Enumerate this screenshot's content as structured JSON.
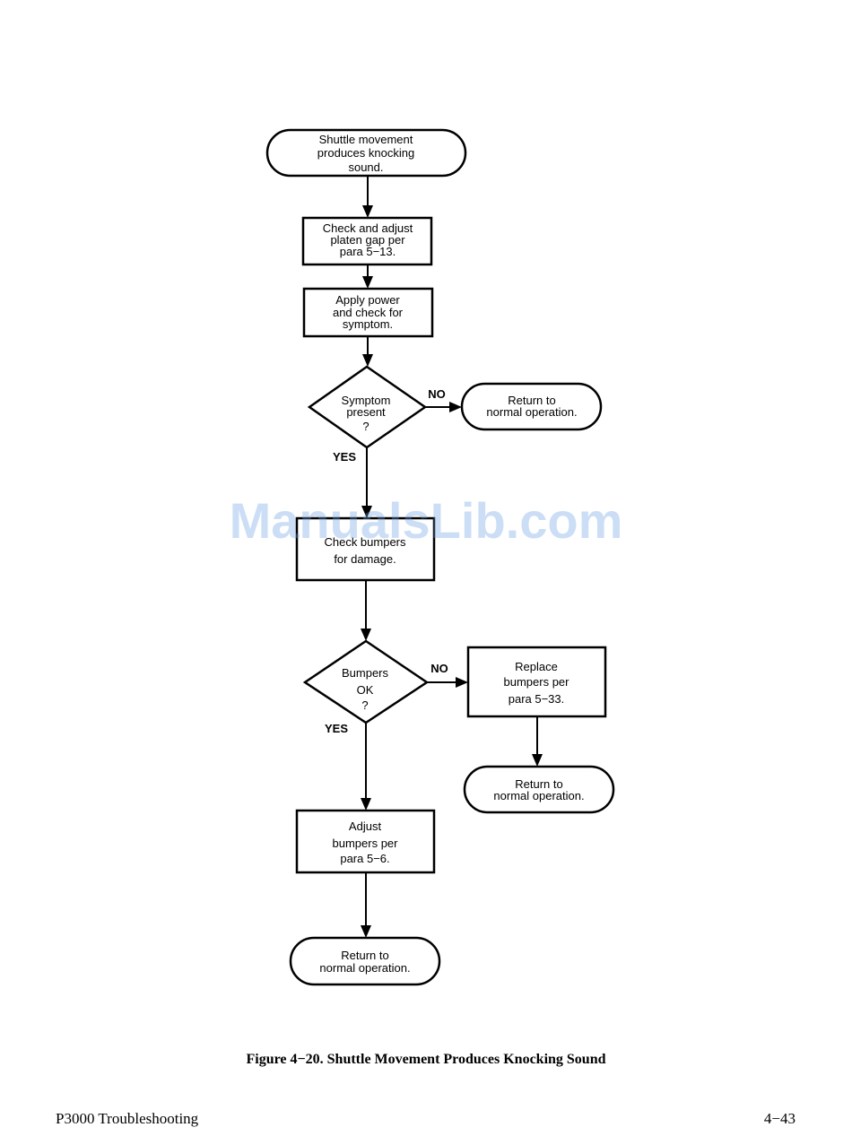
{
  "nodes": {
    "start": [
      "Shuttle movement",
      "produces knocking",
      "sound."
    ],
    "check_platen": [
      "Check and adjust",
      "platen gap per",
      "para 5−13."
    ],
    "apply_power": [
      "Apply power",
      "and check for",
      "symptom."
    ],
    "symptom_decision": [
      "Symptom",
      "present",
      "?"
    ],
    "return_1": [
      "Return to",
      "normal operation."
    ],
    "check_bumpers": [
      "Check bumpers",
      "for damage."
    ],
    "bumpers_decision": [
      "Bumpers",
      "OK",
      "?"
    ],
    "replace_bumpers": [
      "Replace",
      "bumpers per",
      "para 5−33."
    ],
    "return_2": [
      "Return to",
      "normal operation."
    ],
    "adjust_bumpers": [
      "Adjust",
      "bumpers per",
      "para 5−6."
    ],
    "return_3": [
      "Return to",
      "normal operation."
    ]
  },
  "edge_labels": {
    "symptom_no": "NO",
    "symptom_yes": "YES",
    "bumpers_no": "NO",
    "bumpers_yes": "YES"
  },
  "watermark": "ManualsLib.com",
  "caption": "Figure 4−20. Shuttle Movement Produces Knocking Sound",
  "footer": {
    "left": "P3000 Troubleshooting",
    "right": "4−43"
  }
}
